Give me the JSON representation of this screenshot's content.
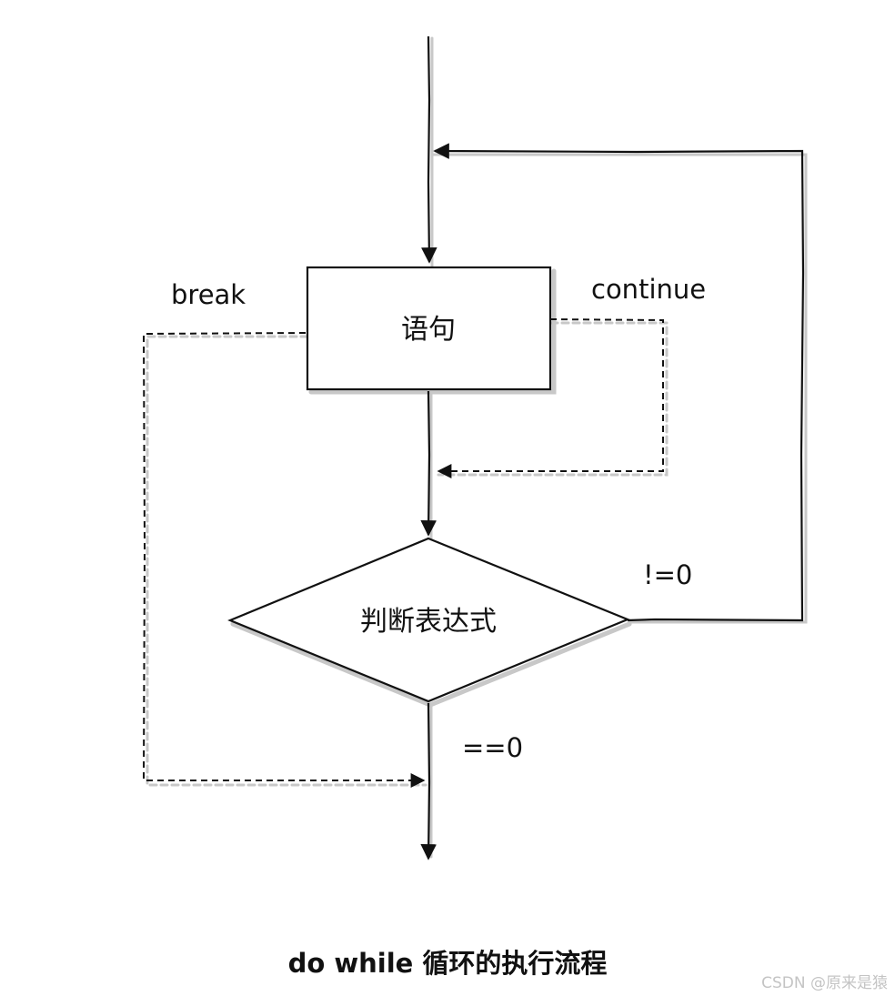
{
  "diagram": {
    "nodes": {
      "statement": "语句",
      "condition": "判断表达式"
    },
    "edges": {
      "break_label": "break",
      "continue_label": "continue",
      "nonzero_label": "!=0",
      "zero_label": "==0"
    }
  },
  "caption": "do while 循环的执行流程",
  "watermark": "CSDN @原来是猿",
  "colors": {
    "stroke": "#111111",
    "shadow": "#c8c8c8",
    "background": "#ffffff"
  }
}
